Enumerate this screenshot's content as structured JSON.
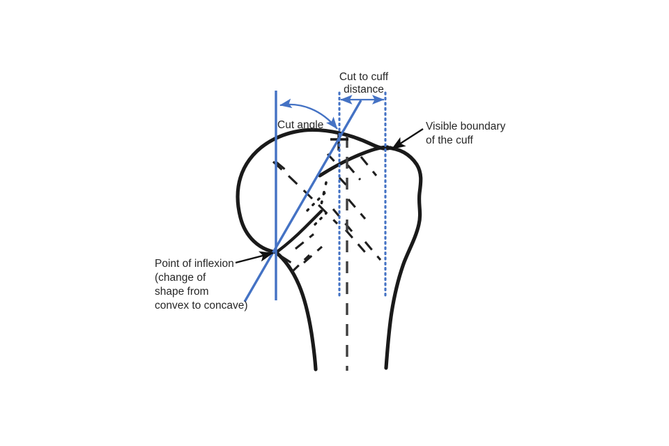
{
  "figure": {
    "title": "Proximal humerus osteotomy planning diagram",
    "background_color": "#ffffff"
  },
  "colors": {
    "bone_outline": "#1a1a1a",
    "guide_blue": "#4472C4",
    "dotted_blue": "#4472C4",
    "axis_black": "#3f3f3f",
    "text": "#262626"
  },
  "labels": {
    "cut_to_cuff_line1": "Cut to cuff",
    "cut_to_cuff_line2": "distance",
    "cut_angle": "Cut angle",
    "visible_boundary_line1": "Visible boundary",
    "visible_boundary_line2": "of the cuff",
    "inflexion_line1": "Point of inflexion",
    "inflexion_line2": "(change of",
    "inflexion_line3": "shape from",
    "inflexion_line4": "convex to concave)"
  },
  "elements": {
    "cut_angle_arc": "curved-double-arrow",
    "cut_to_cuff_measure": "horizontal-double-arrow",
    "boundary_pointer": "leader-arrow",
    "inflexion_pointer": "leader-arrow",
    "vertical_guide": "solid-blue-vertical-line",
    "cut_plane_line": "solid-blue-oblique-line",
    "cut_dotted_line": "dotted-blue-vertical-line",
    "cuff_dotted_line": "dotted-blue-vertical-line",
    "shaft_axis": "dashed-black-vertical-line",
    "anatomical_neck": "dashed-arc",
    "trabeculae": "dashed-strokes"
  }
}
